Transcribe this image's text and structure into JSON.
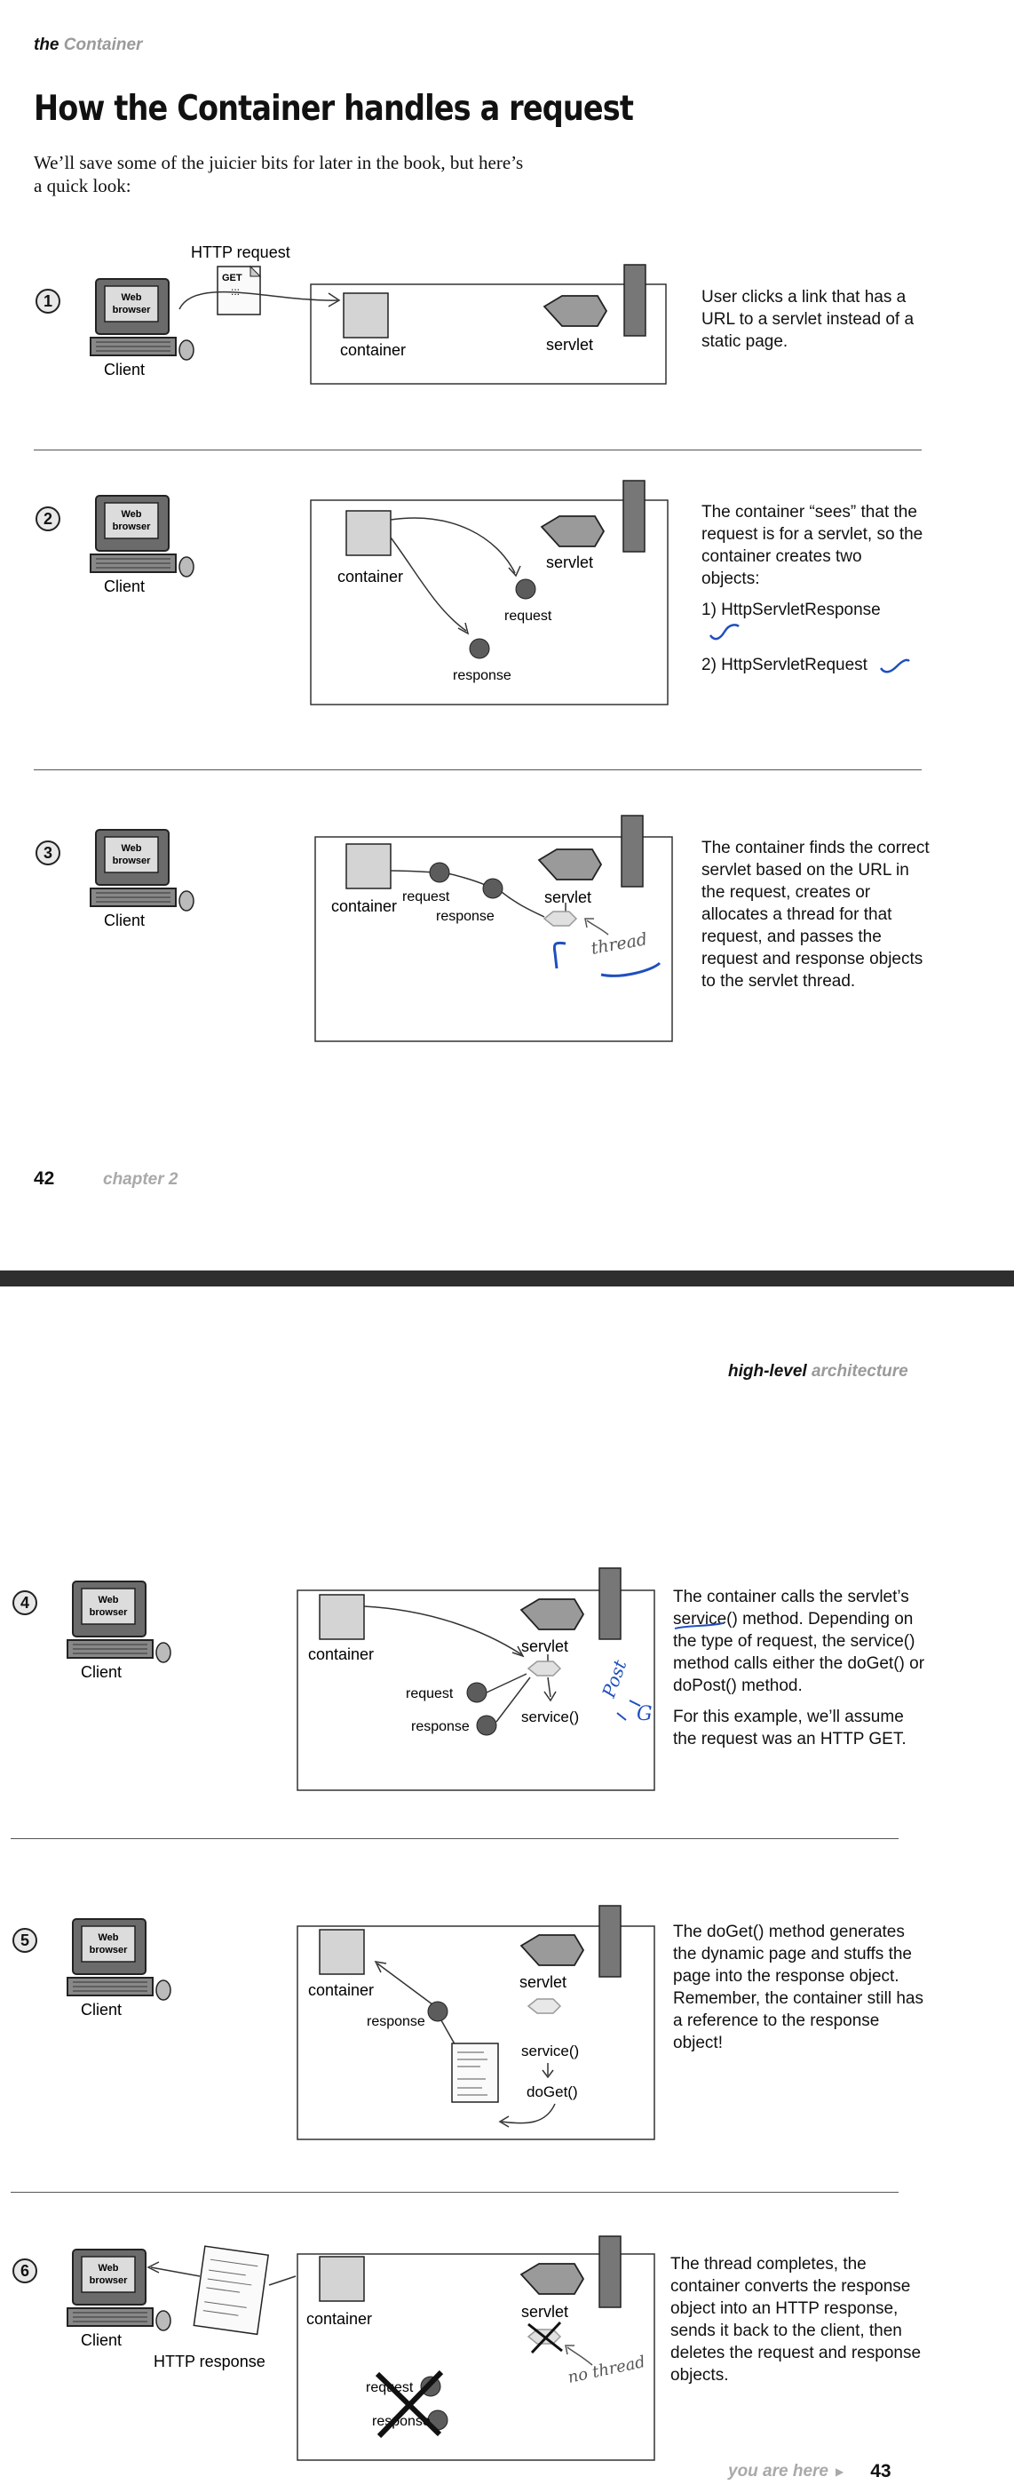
{
  "page_left": {
    "running_head": {
      "bold": "the",
      "grey": "Container"
    },
    "title": "How the Container handles a request",
    "intro": "We’ll save some of the juicier bits for later in the book, but here’s a quick look:",
    "page_number": "42",
    "chapter": "chapter 2"
  },
  "page_right": {
    "running_head": {
      "bold": "high-level",
      "grey": "architecture"
    },
    "footer_you_are_here": "you are here",
    "page_number": "43"
  },
  "labels": {
    "web": "Web",
    "browser": "browser",
    "client": "Client",
    "container": "container",
    "servlet": "servlet",
    "request": "request",
    "response": "response",
    "http_request": "HTTP request",
    "http_response": "HTTP response",
    "get": "GET",
    "thread": "thread",
    "no_thread": "no thread",
    "service": "service()",
    "doget": "doGet()",
    "post": "Post",
    "g": "G"
  },
  "steps": [
    {
      "number": "1",
      "description": [
        "User clicks a link that has a URL to a servlet instead of a static page."
      ]
    },
    {
      "number": "2",
      "description": [
        "The container “sees” that the request is for a servlet, so the container creates two objects:"
      ],
      "items": [
        "1) HttpServletResponse",
        "2) HttpServletRequest"
      ]
    },
    {
      "number": "3",
      "description": [
        "The container finds the correct servlet based on the URL in the request, creates or allocates a thread for that request, and passes the request and response objects to the servlet thread."
      ]
    },
    {
      "number": "4",
      "description": [
        "The container calls the servlet’s service() method.  Depending on the type of request, the service() method calls either the doGet() or doPost() method.",
        "For this example, we’ll assume the request was an HTTP GET."
      ]
    },
    {
      "number": "5",
      "description": [
        "The doGet() method generates the dynamic page and stuffs the page into the response object. Remember, the container still has a reference to the response object!"
      ]
    },
    {
      "number": "6",
      "description": [
        "The thread completes, the container converts the response object into an HTTP response, sends it back to the client, then deletes the request and response objects."
      ]
    }
  ],
  "colors": {
    "ink": "#111111",
    "grey_text": "#9a9a9a",
    "pen_blue": "#1f4fbf",
    "band": "#2e2e2e"
  }
}
